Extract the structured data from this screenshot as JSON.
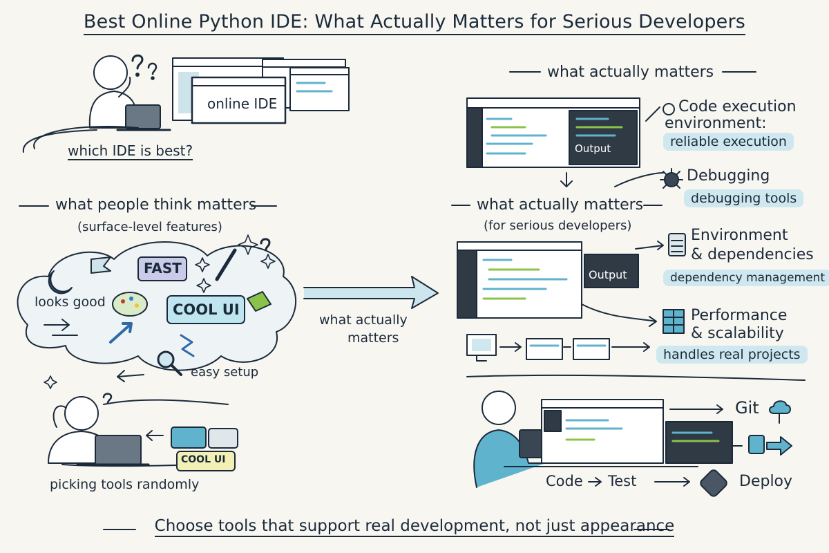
{
  "title": "Best Online Python IDE: What Actually Matters for Serious Developers",
  "top_left": {
    "ide_window_label": "online IDE",
    "question_label": "which IDE is best?"
  },
  "left_section": {
    "heading": "what people think matters",
    "subheading": "(surface-level features)",
    "cloud_labels": {
      "fast": "FAST",
      "cool_ui": "COOL UI",
      "looks_good": "looks good",
      "easy_setup": "easy setup"
    },
    "sticker_label": "COOL UI",
    "caption": "picking tools randomly"
  },
  "center_arrow": {
    "line1": "what actually",
    "line2": "matters"
  },
  "right_section": {
    "top_heading": "what actually matters",
    "heading": "what actually matters",
    "subheading": "(for serious developers)",
    "output_label_top": "Output",
    "output_label_mid": "Output",
    "features": [
      {
        "title_line1": "Code execution",
        "title_line2": "environment:",
        "tag": "reliable execution",
        "icon": "circle-icon"
      },
      {
        "title_line1": "Debugging",
        "title_line2": "",
        "tag": "debugging tools",
        "icon": "bug-icon"
      },
      {
        "title_line1": "Environment",
        "title_line2": "& dependencies",
        "tag": "dependency management",
        "icon": "database-icon"
      },
      {
        "title_line1": "Performance",
        "title_line2": "& scalability",
        "tag": "handles real projects",
        "icon": "cube-stack-icon"
      }
    ],
    "workflow": {
      "git": "Git",
      "code": "Code",
      "test": "Test",
      "deploy": "Deploy"
    }
  },
  "footer": "Choose tools that support real development, not just appearance",
  "colors": {
    "background": "#f7f6f1",
    "ink": "#1b2a3a",
    "teal": "#5fb3cc",
    "highlight": "#cfe8ef",
    "green": "#8bc34a",
    "editor_dark": "#2f3a44"
  }
}
